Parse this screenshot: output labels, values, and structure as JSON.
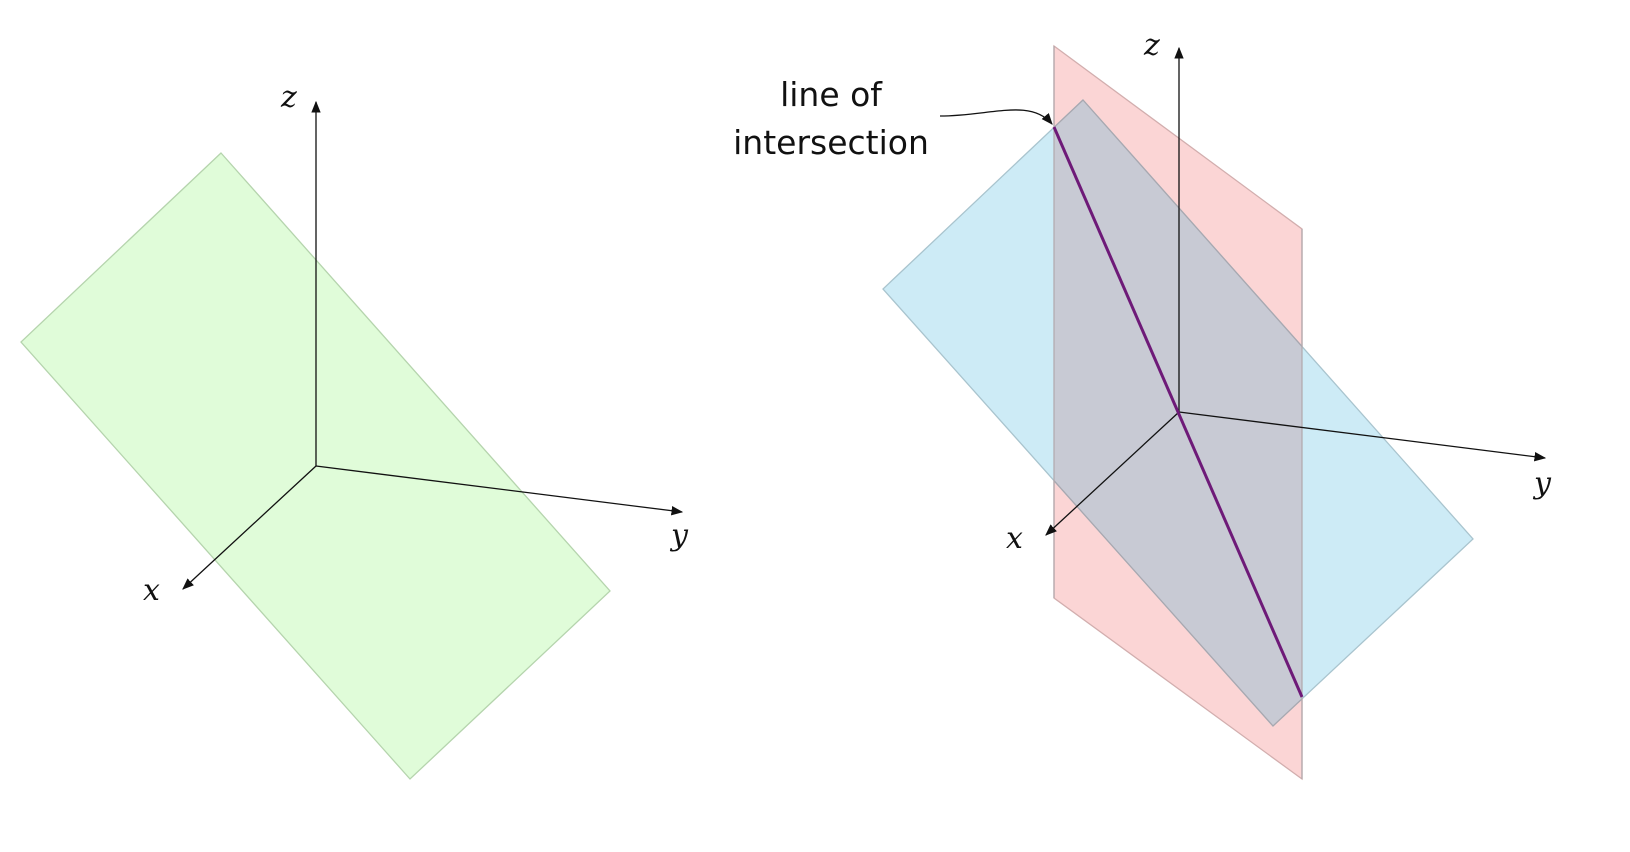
{
  "left_figure": {
    "axes": {
      "x": "x",
      "y": "y",
      "z": "z"
    },
    "plane_color": "#e0fcd9",
    "plane_stroke": "#b5d4ad"
  },
  "right_figure": {
    "axes": {
      "x": "x",
      "y": "y",
      "z": "z"
    },
    "annotation": {
      "line1": "line of",
      "line2": "intersection"
    },
    "blue_plane_color": "#cdebf6",
    "red_plane_color": "#fbd5d5",
    "overlap_color": "#c8cad4",
    "intersection_line_color": "#6e1a78"
  }
}
